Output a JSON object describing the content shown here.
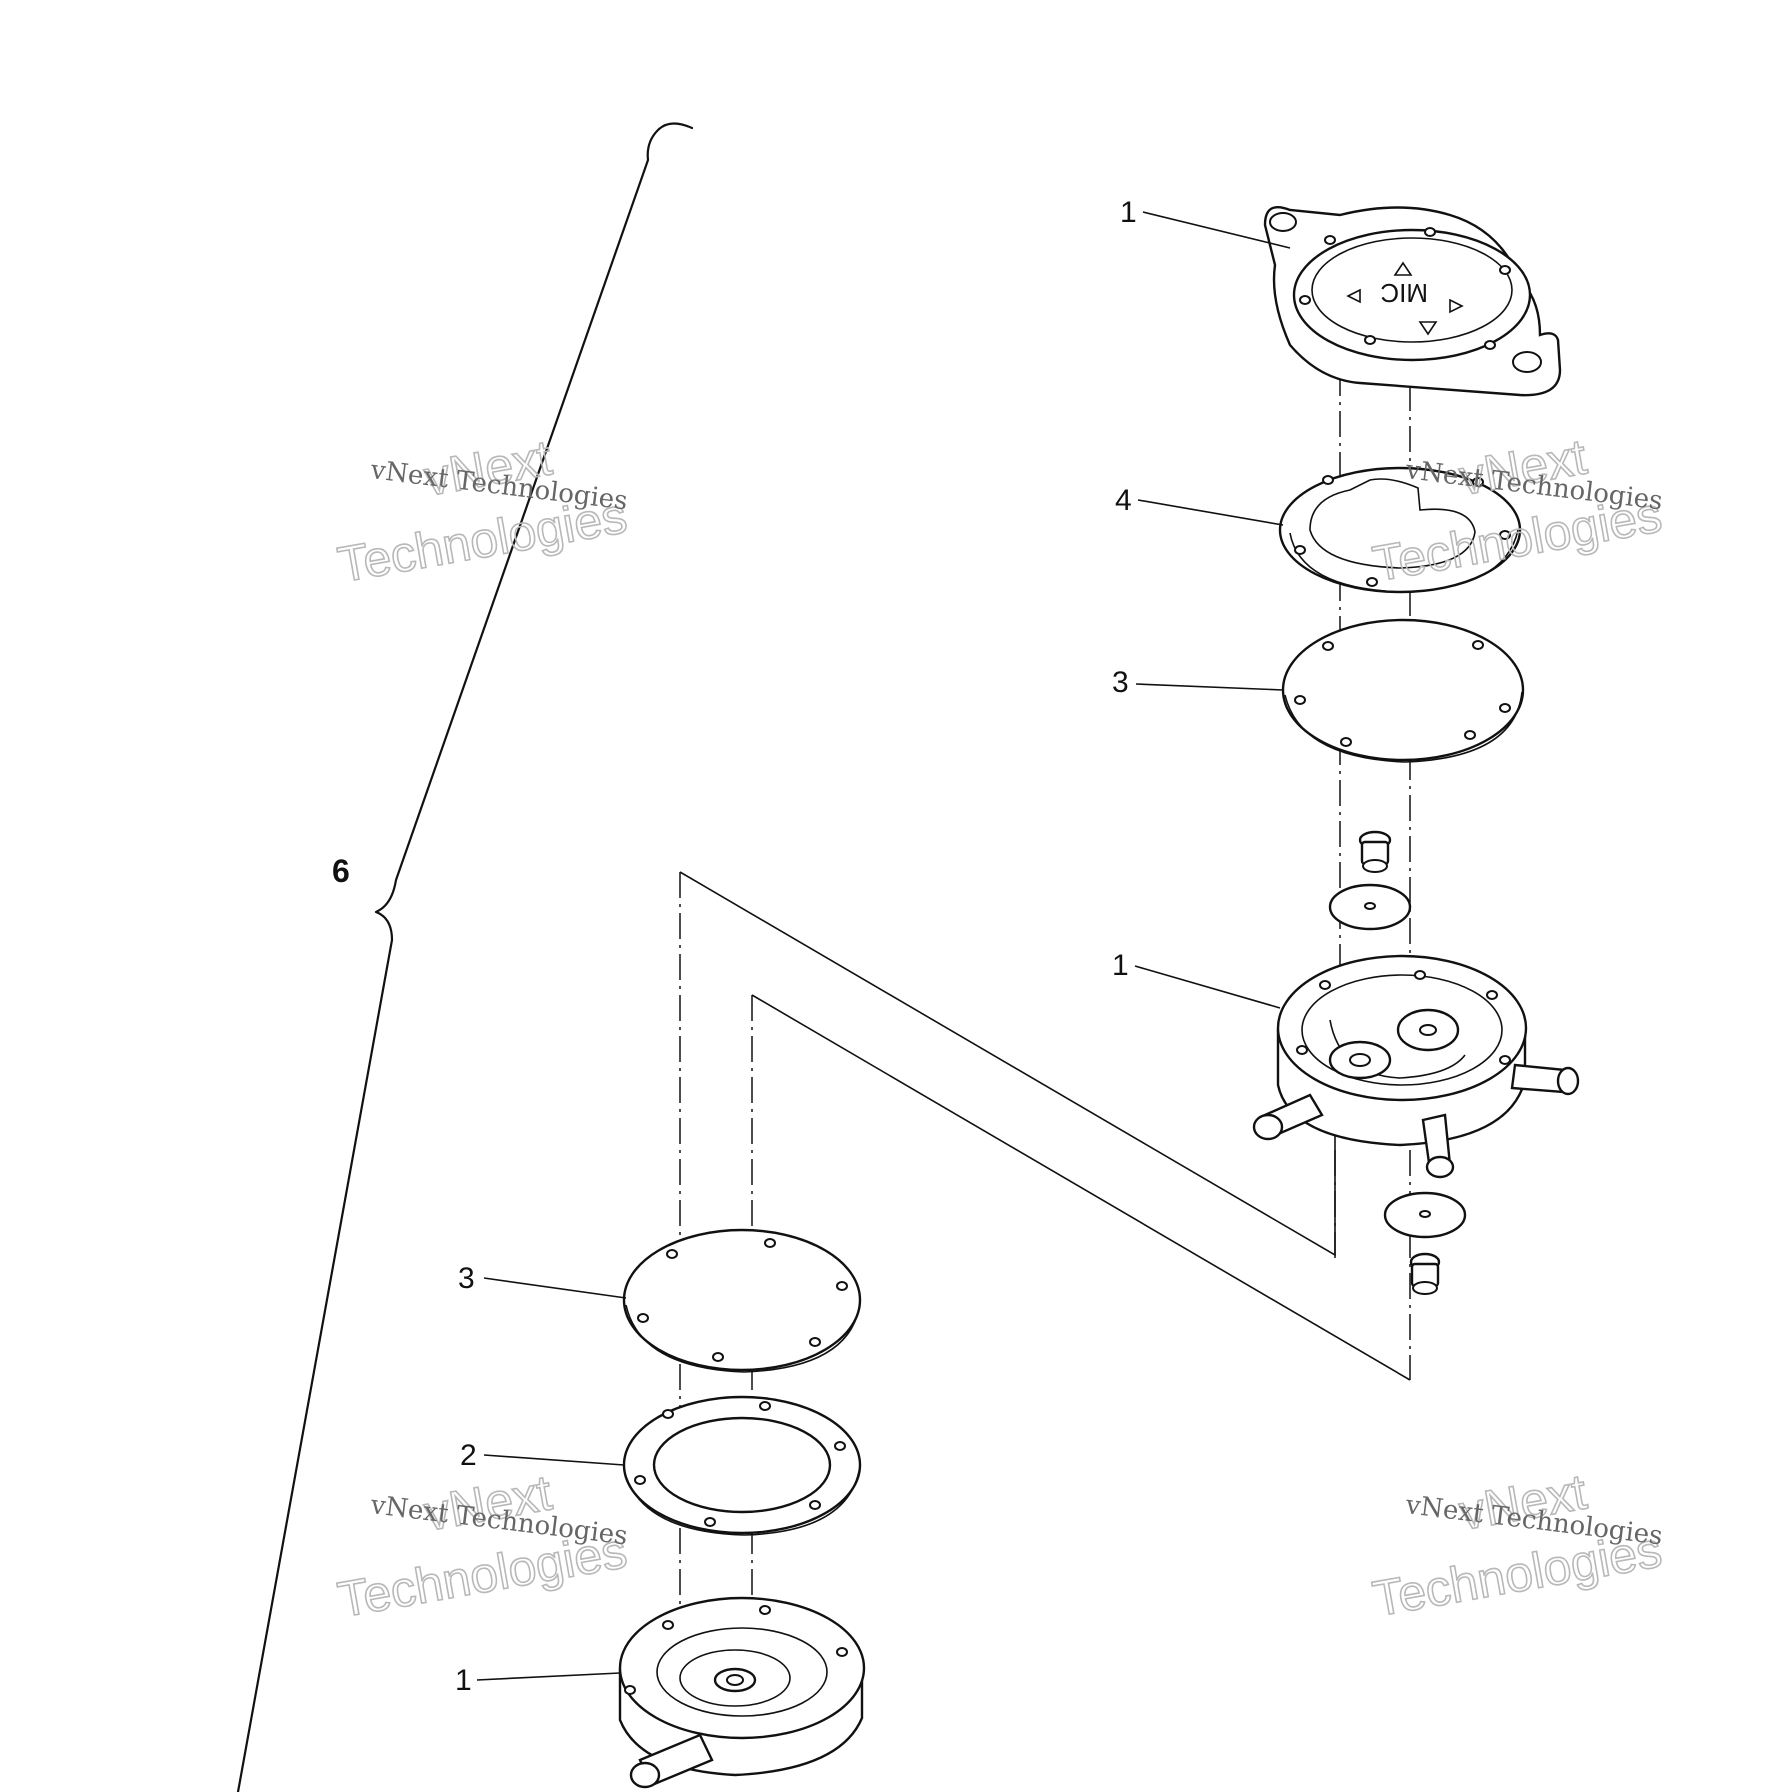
{
  "callouts": {
    "assembly": "6",
    "top_cover": "1",
    "top_gasket": "4",
    "top_diaphragm": "3",
    "middle_body": "1",
    "lower_diaphragm": "3",
    "lower_gasket": "2",
    "base": "1"
  },
  "cover_marking": "MIC",
  "watermark": {
    "small_text": "vNext Technologies",
    "big_line1": "vNext",
    "big_line2": "Technologies"
  }
}
